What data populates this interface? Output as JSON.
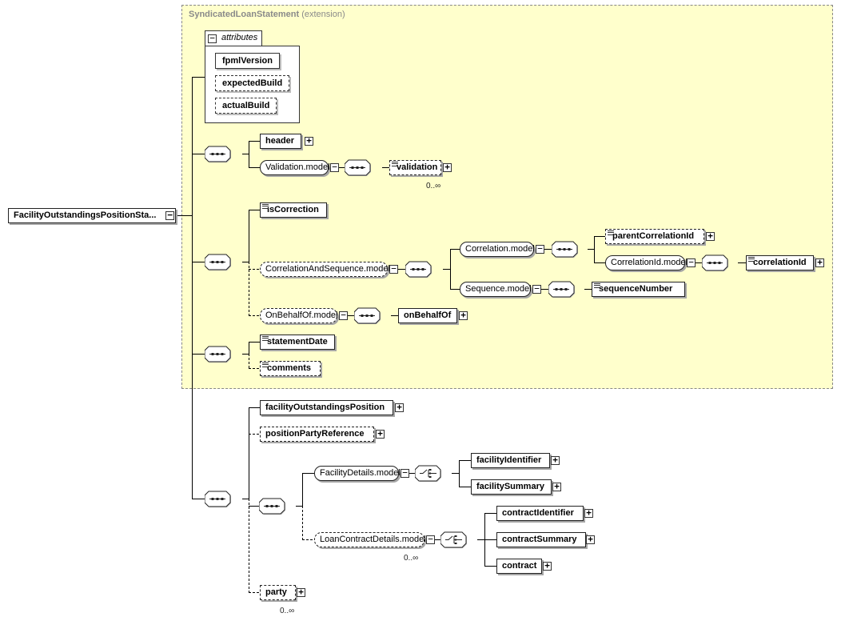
{
  "extension": {
    "name": "SyndicatedLoanStatement",
    "suffix": "(extension)"
  },
  "attributes": {
    "tab_label": "attributes",
    "items": [
      "fpmlVersion",
      "expectedBuild",
      "actualBuild"
    ]
  },
  "root": {
    "label": "FacilityOutstandingsPositionSta..."
  },
  "elements": {
    "header": "header",
    "validation_model": "Validation.model",
    "validation": "validation",
    "validation_occ": "0..∞",
    "isCorrection": "isCorrection",
    "correlation_and_sequence_model": "CorrelationAndSequence.model",
    "correlation_model": "Correlation.model",
    "parentCorrelationId": "parentCorrelationId",
    "correlationId_model": "CorrelationId.model",
    "correlationId": "correlationId",
    "sequence_model": "Sequence.model",
    "sequenceNumber": "sequenceNumber",
    "onBehalfOf_model": "OnBehalfOf.model",
    "onBehalfOf": "onBehalfOf",
    "statementDate": "statementDate",
    "comments": "comments",
    "facilityOutstandingsPosition": "facilityOutstandingsPosition",
    "positionPartyReference": "positionPartyReference",
    "facilityDetails_model": "FacilityDetails.model",
    "facilityIdentifier": "facilityIdentifier",
    "facilitySummary": "facilitySummary",
    "loanContractDetails_model": "LoanContractDetails.model",
    "loanContractDetails_occ": "0..∞",
    "contractIdentifier": "contractIdentifier",
    "contractSummary": "contractSummary",
    "contract": "contract",
    "party": "party",
    "party_occ": "0..∞"
  },
  "expander_symbols": {
    "expand": "+",
    "collapse": "−"
  }
}
